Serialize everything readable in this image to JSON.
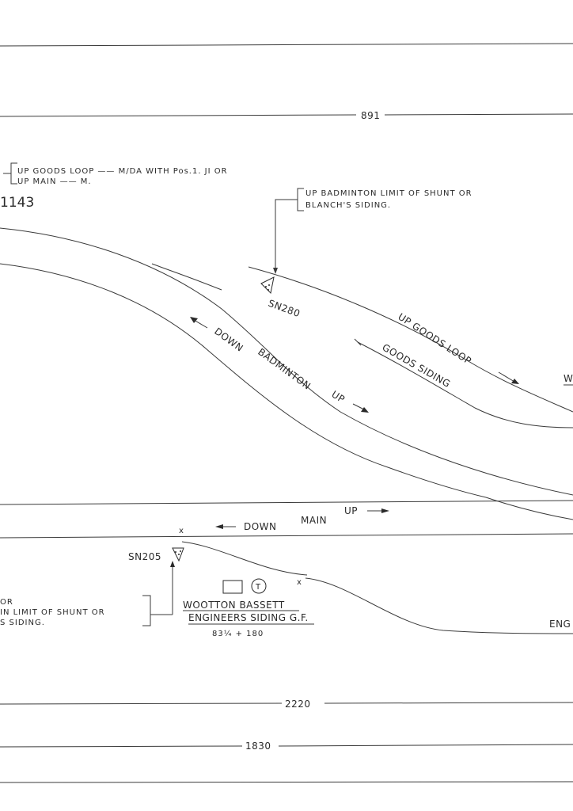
{
  "measure_891": "891",
  "measure_2220": "2220",
  "measure_1830": "1830",
  "signal_ref": "1143",
  "legend_top_line1": "UP GOODS LOOP —— M/DA WITH Pos.1. JI OR",
  "legend_top_line2": "UP MAIN —— M.",
  "legend_right_line1": "UP BADMINTON LIMIT OF SHUNT OR",
  "legend_right_line2": "BLANCH'S SIDING.",
  "legend_left_line1": "OR",
  "legend_left_line2": "IN LIMIT OF SHUNT OR",
  "legend_left_line3": "S SIDING.",
  "signal_sn280": "SN280",
  "signal_sn205": "SN205",
  "label_down": "DOWN",
  "label_badminton": "BADMINTON",
  "label_up": "UP",
  "label_up_goods_loop": "UP GOODS LOOP",
  "label_goods_siding": "GOODS SIDING",
  "label_main_down": "DOWN",
  "label_main": "MAIN",
  "label_main_up": "UP",
  "label_siding_line1": "WOOTTON BASSETT",
  "label_siding_line2": "ENGINEERS SIDING G.F.",
  "label_mileage": "83¼ + 180",
  "label_w": "W",
  "label_eng": "ENG",
  "telephone_symbol": "T",
  "marker_x": "x"
}
